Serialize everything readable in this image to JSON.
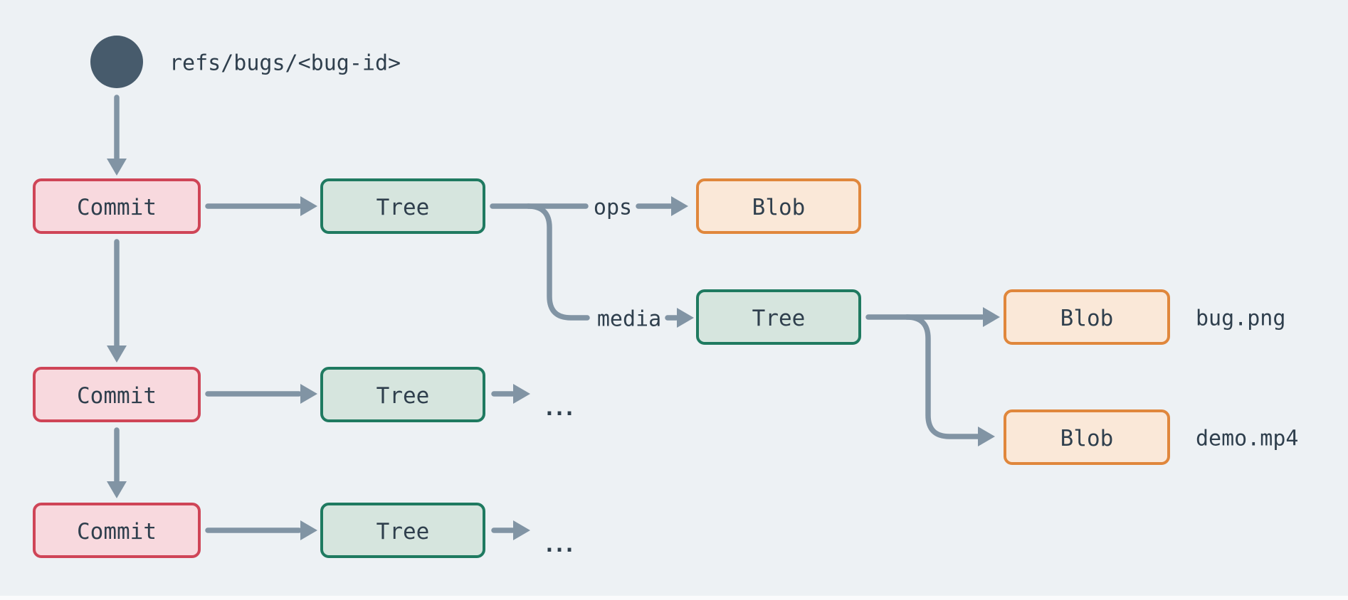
{
  "diagram": {
    "ref_label": "refs/bugs/<bug-id>",
    "boxes": [
      {
        "id": "commit-1",
        "type": "commit",
        "label": "Commit"
      },
      {
        "id": "tree-1",
        "type": "tree",
        "label": "Tree"
      },
      {
        "id": "blob-ops",
        "type": "blob",
        "label": "Blob"
      },
      {
        "id": "tree-media",
        "type": "tree",
        "label": "Tree"
      },
      {
        "id": "blob-bug",
        "type": "blob",
        "label": "Blob"
      },
      {
        "id": "blob-demo",
        "type": "blob",
        "label": "Blob"
      },
      {
        "id": "commit-2",
        "type": "commit",
        "label": "Commit"
      },
      {
        "id": "tree-2",
        "type": "tree",
        "label": "Tree"
      },
      {
        "id": "commit-3",
        "type": "commit",
        "label": "Commit"
      },
      {
        "id": "tree-3",
        "type": "tree",
        "label": "Tree"
      }
    ],
    "edge_labels": {
      "ops": "ops",
      "media": "media"
    },
    "file_labels": {
      "bug_png": "bug.png",
      "demo_mp4": "demo.mp4"
    },
    "ellipsis": "..."
  },
  "colors": {
    "background": "#edf1f4",
    "commit_fill": "#f8d9de",
    "commit_border": "#cf4557",
    "tree_fill": "#d6e5de",
    "tree_border": "#1f7a60",
    "blob_fill": "#fae8d8",
    "blob_border": "#e0873c",
    "connector": "#8194a4",
    "label_text": "#2f3f4d",
    "ref_node": "#475b6c",
    "page_strip": "#fafbfc"
  }
}
